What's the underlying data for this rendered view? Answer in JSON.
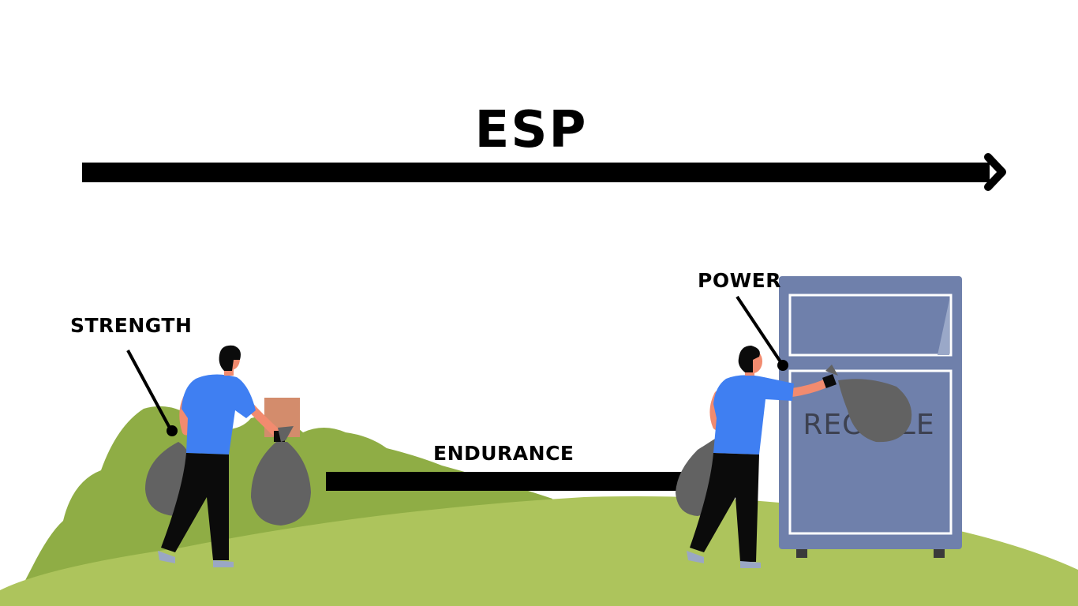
{
  "title": "ESP",
  "labels": {
    "strength": "STRENGTH",
    "endurance": "ENDURANCE",
    "power": "POWER"
  },
  "bin": {
    "text": "RECYCLE"
  },
  "colors": {
    "background": "#ffffff",
    "arrow": "#000000",
    "bush": "#8fad45",
    "ground": "#adc45c",
    "shirt": "#3f7ff2",
    "pants": "#0b0b0b",
    "skin": "#f28b6f",
    "trash_bag": "#626262",
    "bin_body": "#6f80ab",
    "box": "#d38c6c"
  },
  "icons": [
    "arrow-right-icon",
    "person-icon",
    "trash-bag-icon",
    "recycle-bin-icon",
    "box-icon",
    "bush-icon"
  ]
}
